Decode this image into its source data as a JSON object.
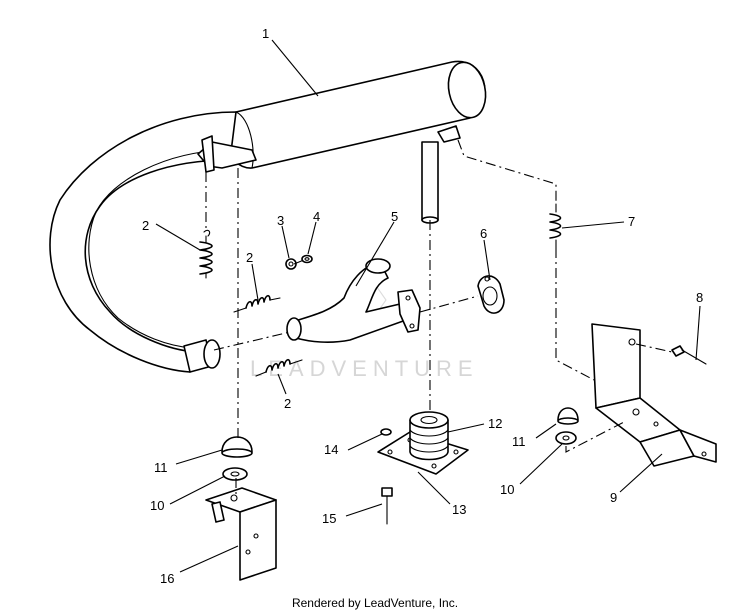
{
  "watermark": "LEADVENTURE",
  "footer": "Rendered by LeadVenture, Inc.",
  "callouts": [
    "1",
    "2",
    "2",
    "2",
    "3",
    "4",
    "5",
    "6",
    "7",
    "8",
    "9",
    "10",
    "10",
    "11",
    "11",
    "12",
    "13",
    "14",
    "15",
    "16"
  ]
}
